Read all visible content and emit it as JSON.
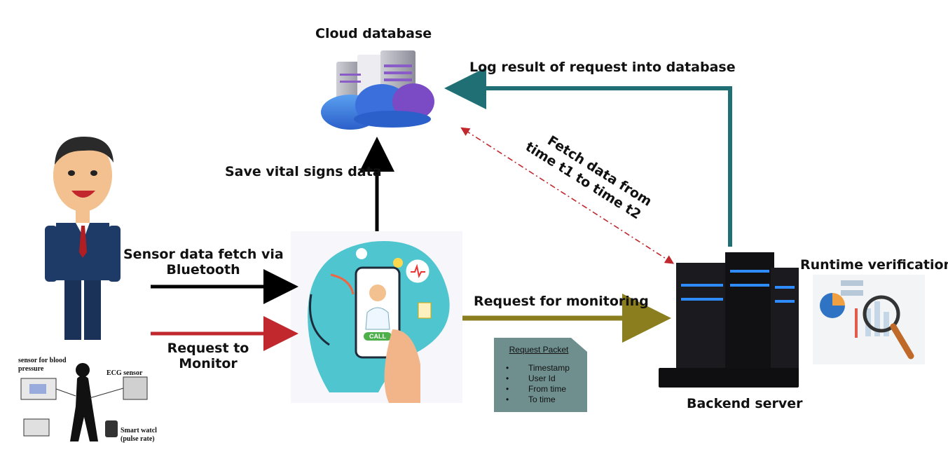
{
  "labels": {
    "cloud_database": "Cloud database",
    "log_result": "Log result of request into database",
    "save_vital": "Save vital signs data",
    "fetch_data_line1": "Fetch data from",
    "fetch_data_line2": "time t1 to time t2",
    "sensor_fetch_line1": "Sensor data fetch via",
    "sensor_fetch_line2": "Bluetooth",
    "request_monitor_line1": "Request to",
    "request_monitor_line2": "Monitor",
    "request_monitoring": "Request for monitoring",
    "runtime_verification": "Runtime verification",
    "backend_server": "Backend server"
  },
  "phone": {
    "call_label": "CALL"
  },
  "request_packet": {
    "title": "Request Packet",
    "fields": [
      "Timestamp",
      "User Id",
      "From time",
      "To time"
    ]
  },
  "sensors": {
    "bp": "sensor for blood pressure",
    "ecg": "ECG sensor",
    "watch_line1": "Smart watcl",
    "watch_line2": "(pulse rate)"
  },
  "colors": {
    "teal": "#1f6f75",
    "olive": "#8a7e1e",
    "red": "#c0282d",
    "black": "#000000",
    "dashed": "#c0282d",
    "packet_bg": "#6f8f8f"
  }
}
